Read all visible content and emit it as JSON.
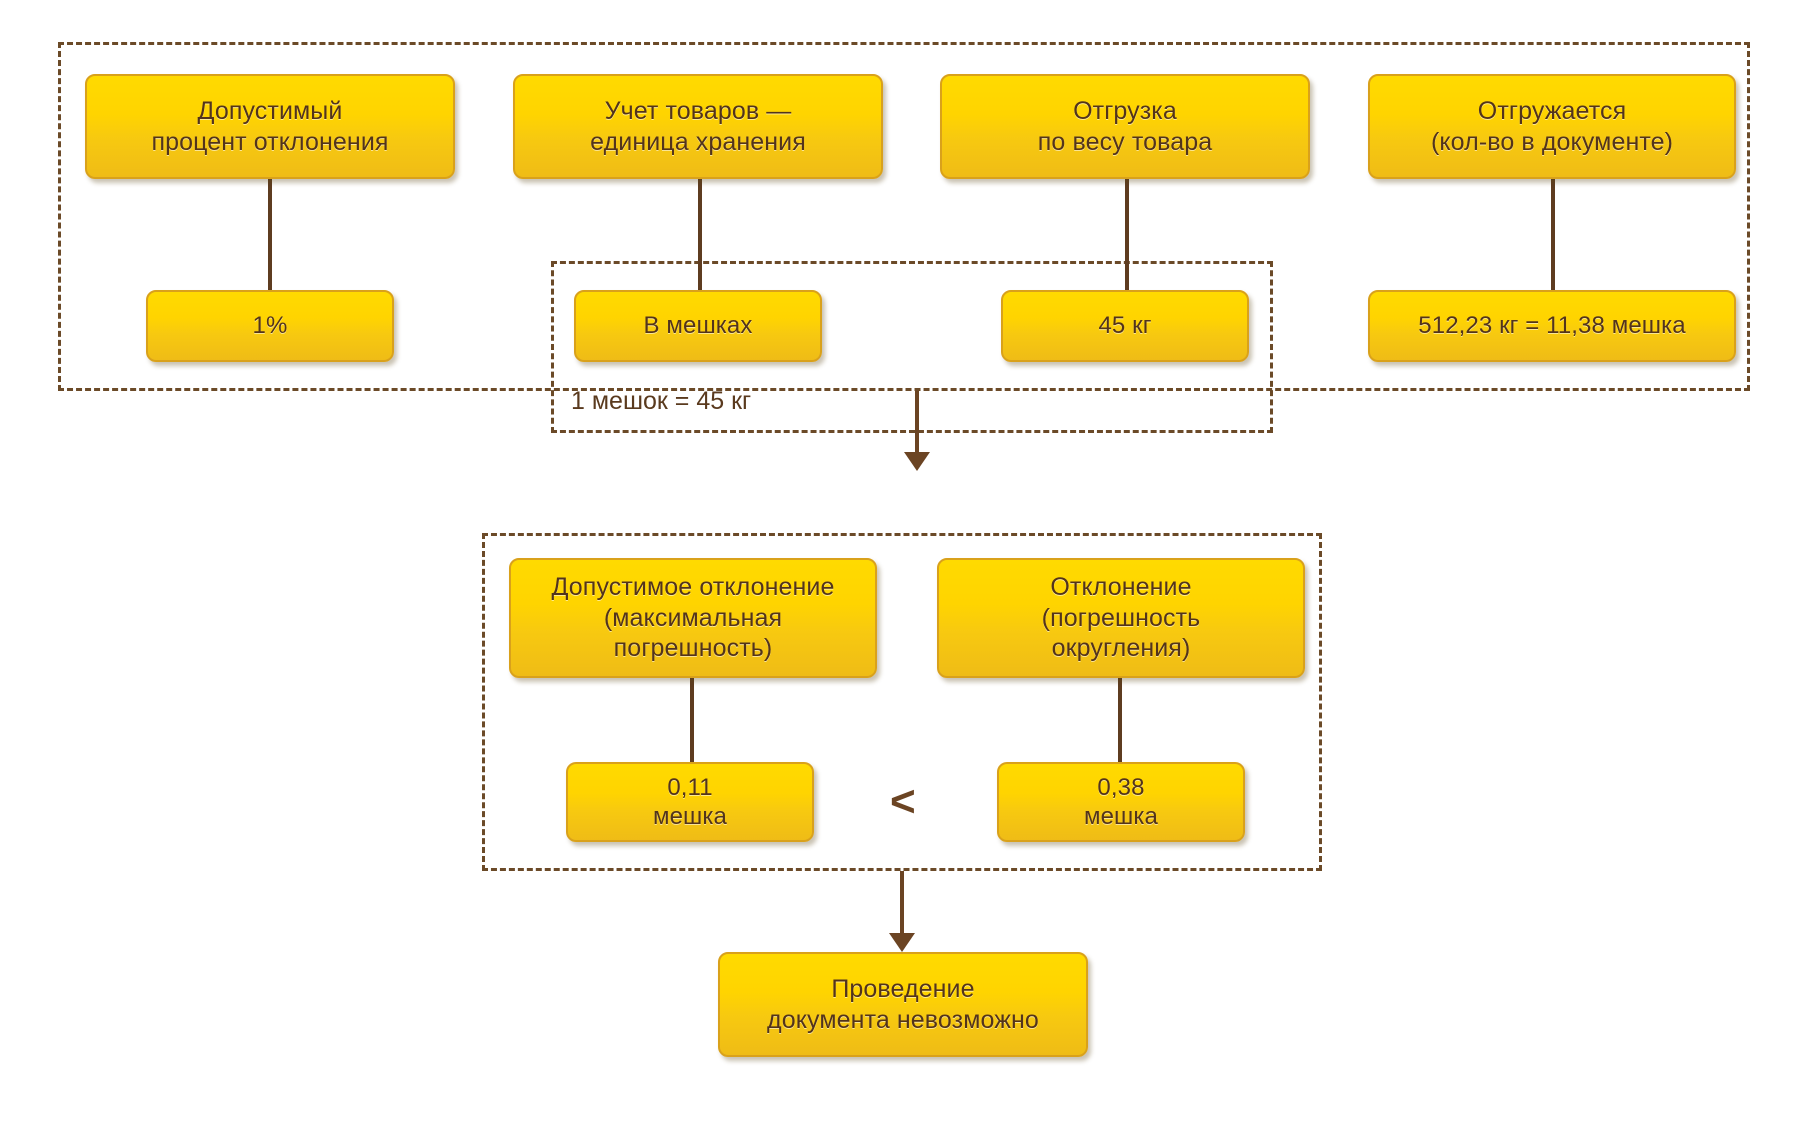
{
  "diagram": {
    "title_text_color": "#53341B",
    "accent_box_fill_top": "#FFDA00",
    "accent_box_fill_bottom": "#EFBC16",
    "accent_box_border": "#D9A11B",
    "dashed_border_color": "#6B4A28",
    "connector_color": "#5E3C20"
  },
  "group_inputs": {
    "columns": [
      {
        "header": "Допустимый\nпроцент отклонения",
        "value": "1%"
      },
      {
        "header": "Учет товаров —\nединица хранения",
        "value": "В мешках"
      },
      {
        "header": "Отгрузка\nпо весу товара",
        "value": "45 кг"
      },
      {
        "header": "Отгружается\n(кол-во в документе)",
        "value": "512,23 кг = 11,38 мешка"
      }
    ],
    "conversion_note": "1 мешок = 45 кг"
  },
  "group_comparison": {
    "columns": [
      {
        "header": "Допустимое отклонение\n(максимальная\nпогрешность)",
        "value": "0,11\nмешка"
      },
      {
        "header": "Отклонение\n(погрешность\nокругления)",
        "value": "0,38\nмешка"
      }
    ],
    "operator": "<"
  },
  "result": {
    "label": "Проведение\nдокумента невозможно"
  }
}
